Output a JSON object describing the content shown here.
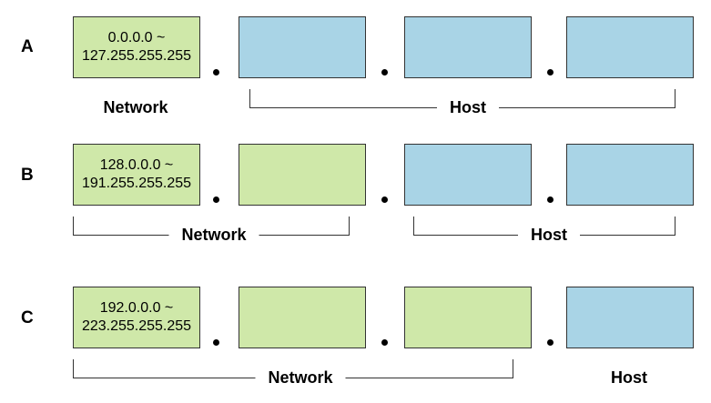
{
  "classes": [
    {
      "letter": "A",
      "range_start": "0.0.0.0 ~",
      "range_end": "127.255.255.255",
      "network_label": "Network",
      "host_label": "Host"
    },
    {
      "letter": "B",
      "range_start": "128.0.0.0 ~",
      "range_end": "191.255.255.255",
      "network_label": "Network",
      "host_label": "Host"
    },
    {
      "letter": "C",
      "range_start": "192.0.0.0 ~",
      "range_end": "223.255.255.255",
      "network_label": "Network",
      "host_label": "Host"
    }
  ],
  "colors": {
    "network": "#cfe8a9",
    "host": "#a9d4e6"
  }
}
